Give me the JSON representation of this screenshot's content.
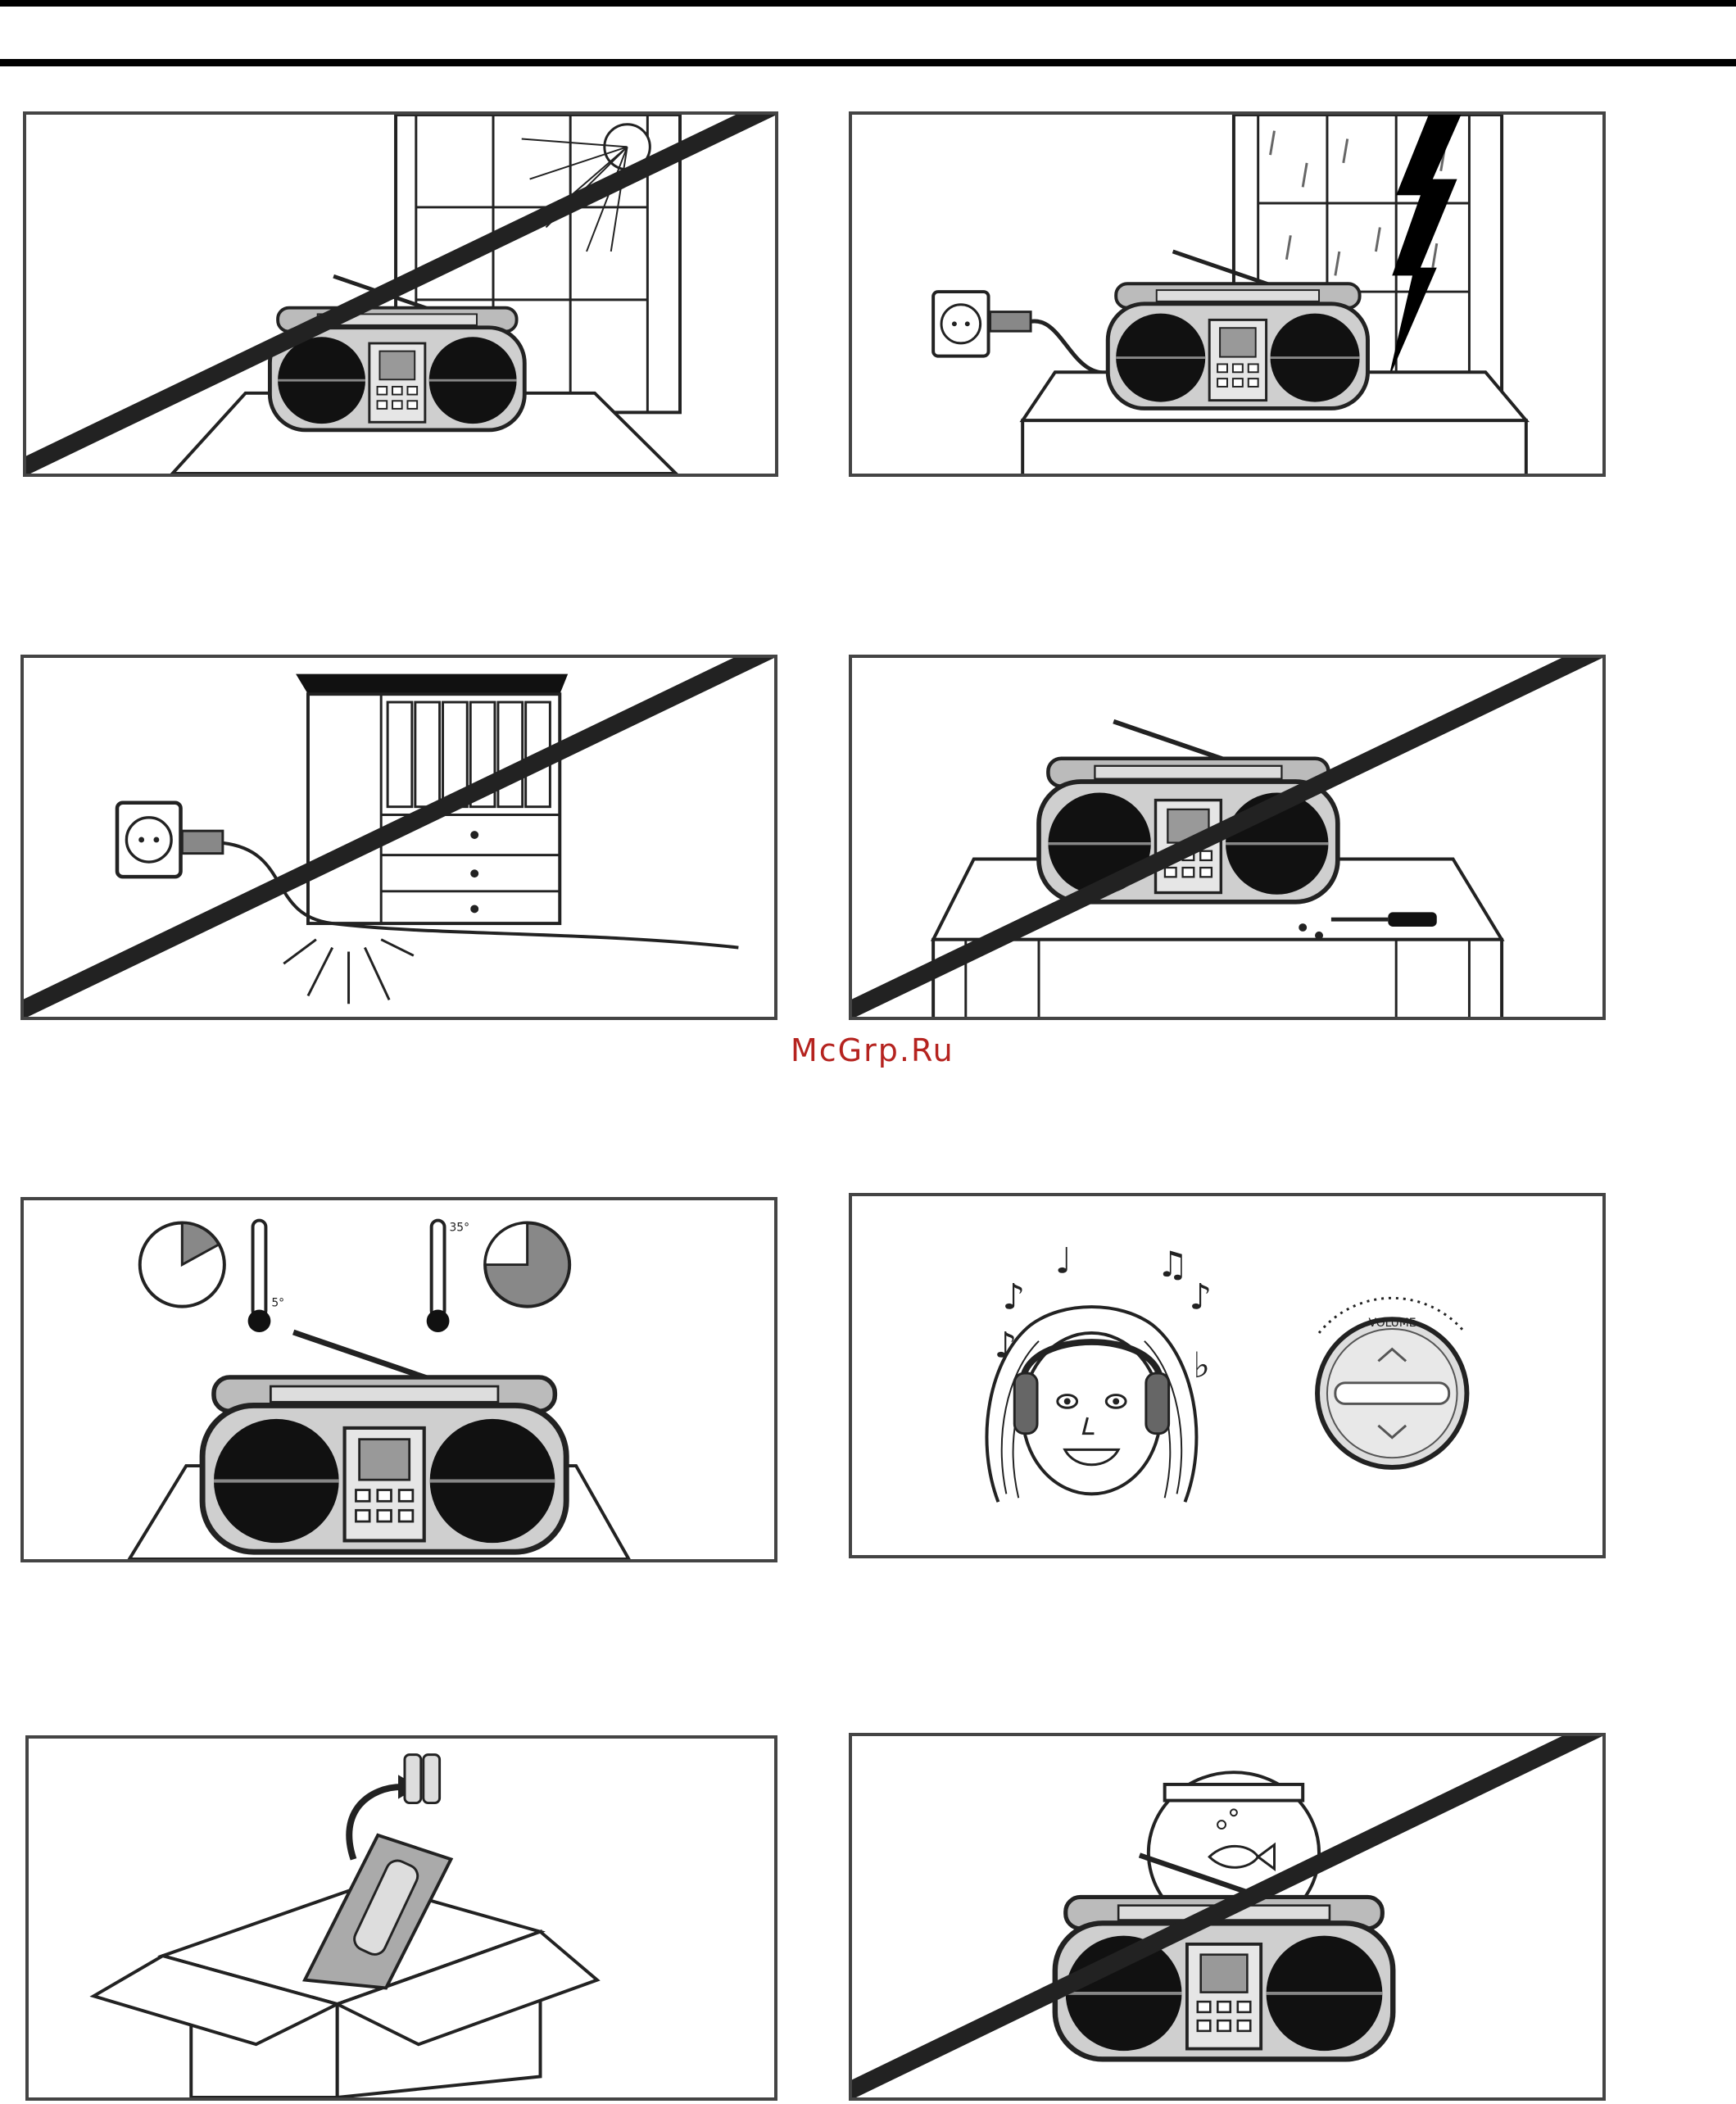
{
  "watermark": {
    "text": "McGrp.Ru",
    "color": "#b5231f"
  },
  "panels": [
    {
      "icon": "boombox-sunlight-window-prohibited-icon",
      "prohibited": true
    },
    {
      "icon": "boombox-lightning-unplug-icon",
      "prohibited": false
    },
    {
      "icon": "boombox-cabinet-cord-prohibited-icon",
      "prohibited": true
    },
    {
      "icon": "boombox-disassembly-screwdriver-prohibited-icon",
      "prohibited": true
    },
    {
      "icon": "boombox-temperature-range-icon",
      "prohibited": false
    },
    {
      "icon": "headphones-girl-volume-knob-icon",
      "prohibited": false
    },
    {
      "icon": "remove-batteries-packaging-icon",
      "prohibited": false
    },
    {
      "icon": "boombox-fishbowl-liquid-prohibited-icon",
      "prohibited": true
    }
  ],
  "temperature_labels": {
    "low": "5°",
    "high": "35°"
  },
  "volume_label": "VOLUME"
}
